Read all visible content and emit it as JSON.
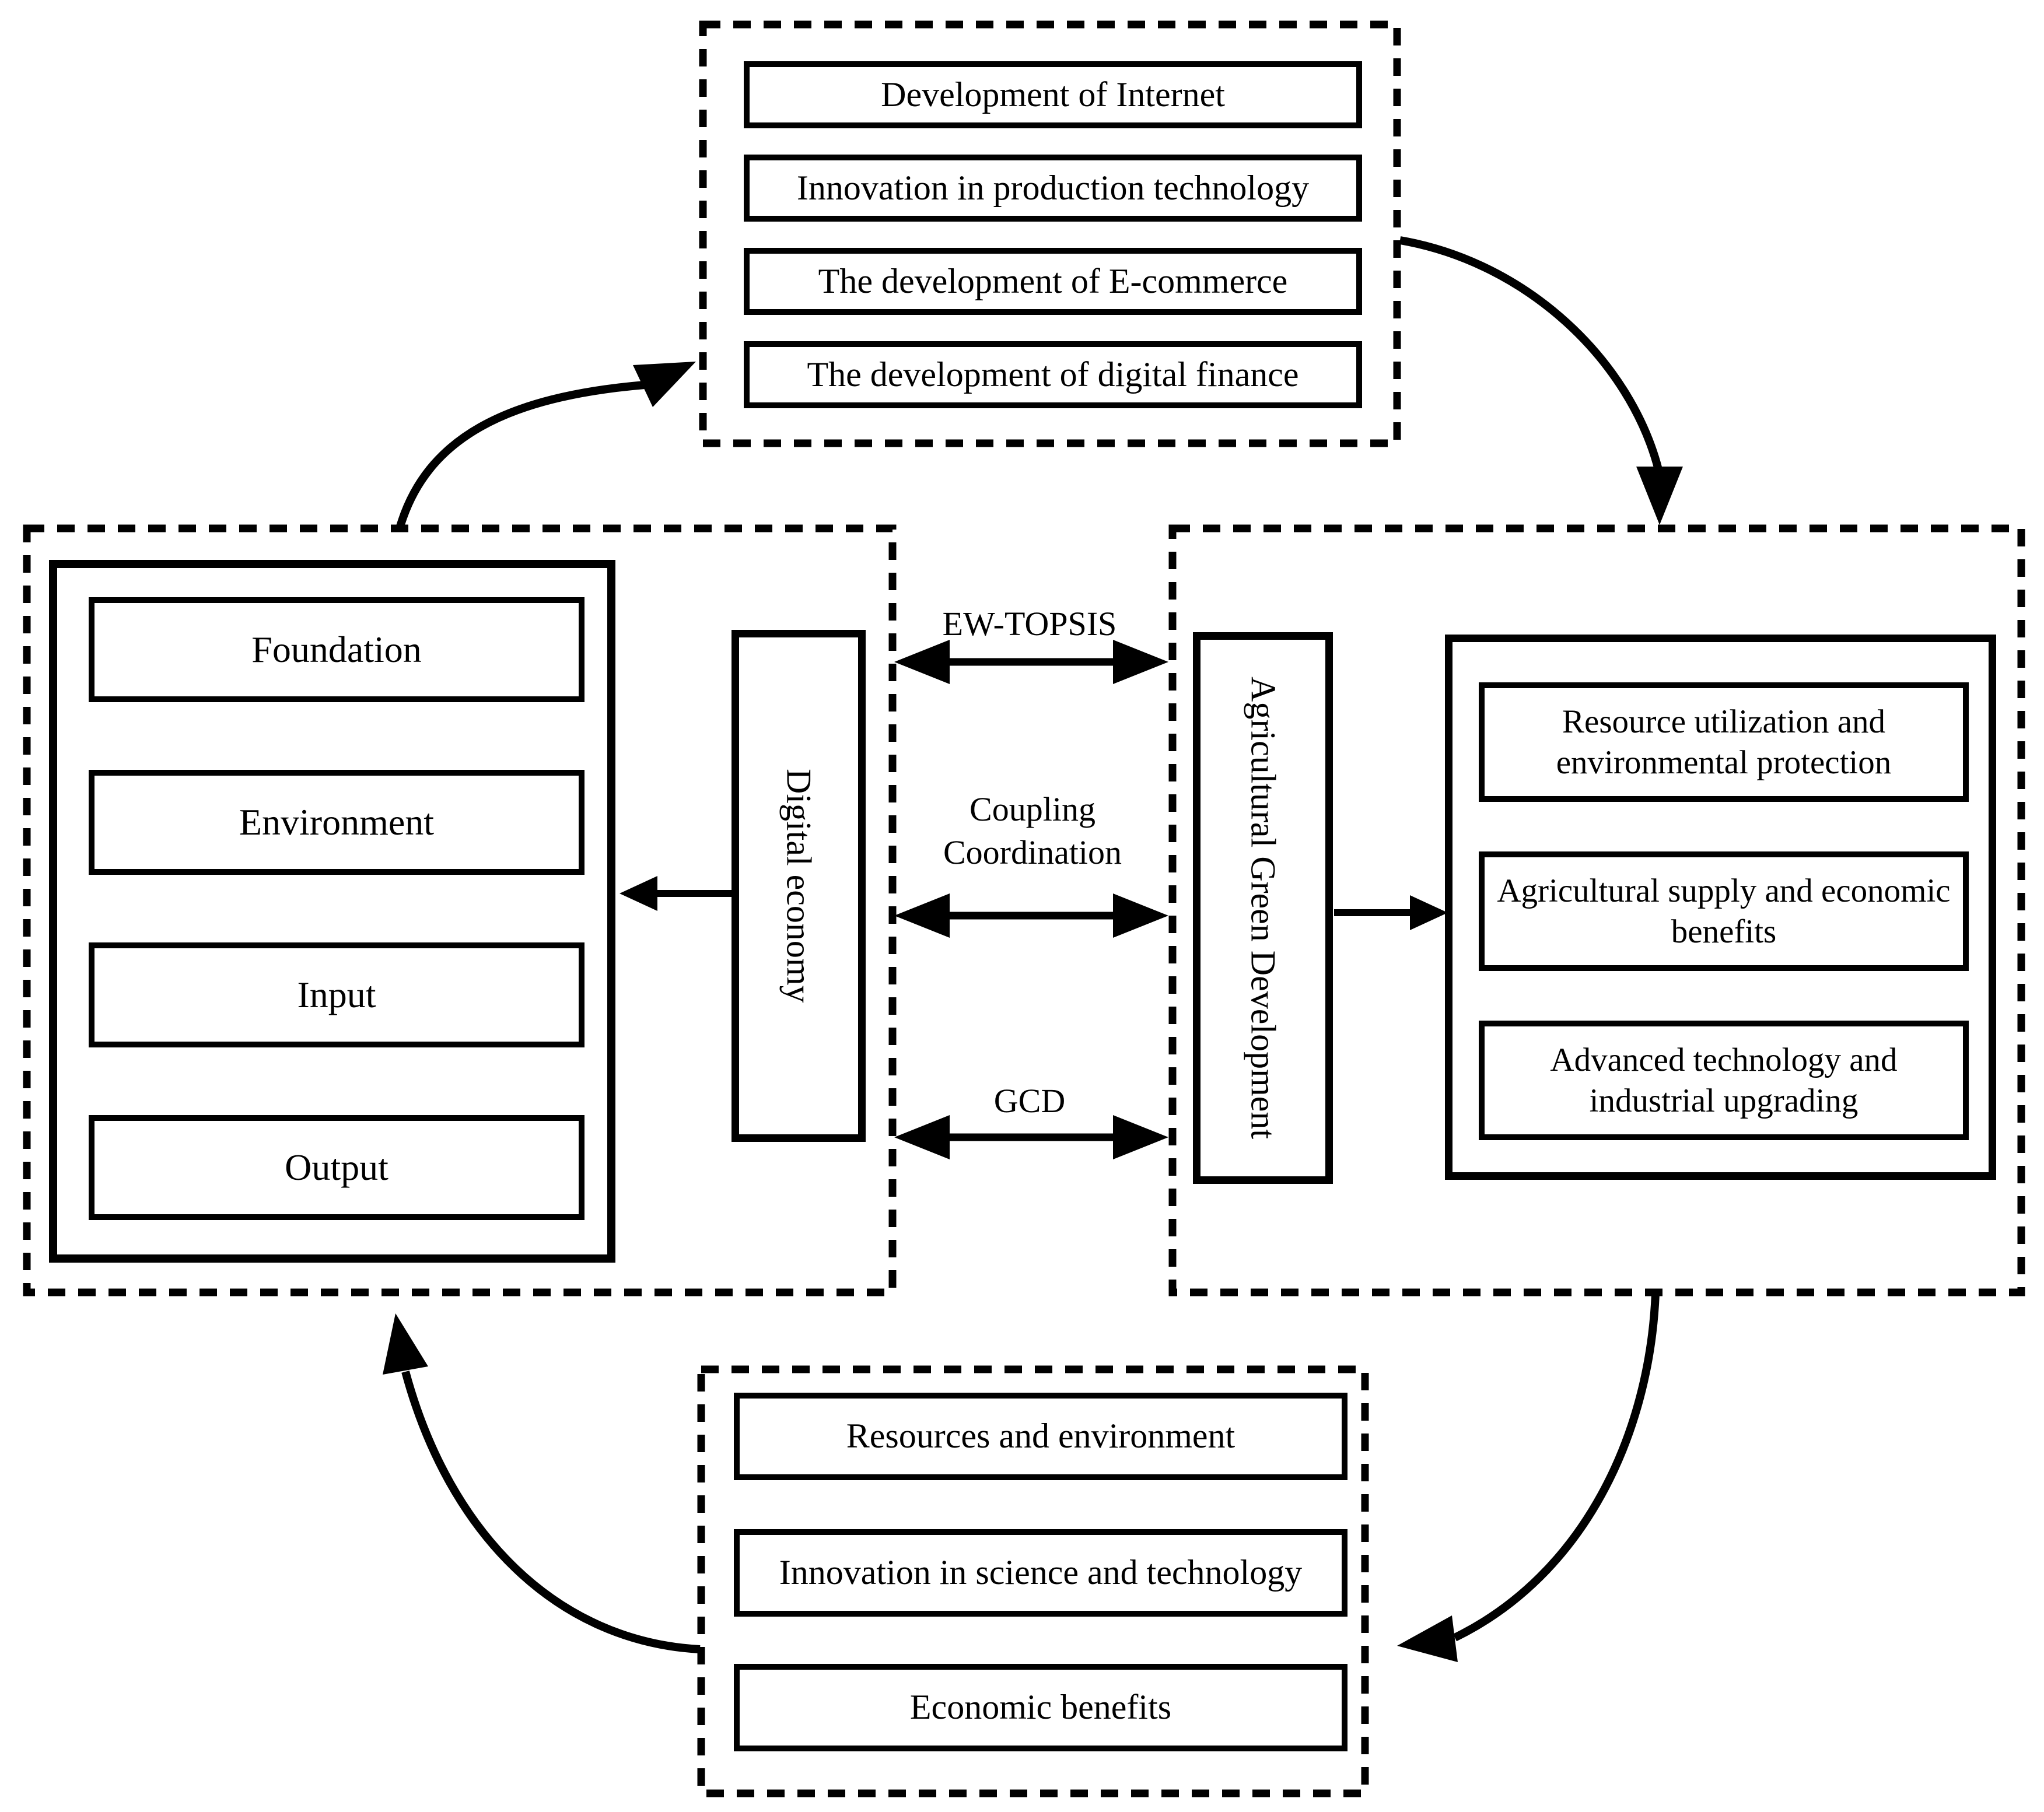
{
  "top_panel": {
    "items": [
      "Development of Internet",
      "Innovation in production technology",
      "The development of E-commerce",
      "The development of digital finance"
    ]
  },
  "left_panel": {
    "pillar_label": "Digital economy",
    "items": [
      "Foundation",
      "Environment",
      "Input",
      "Output"
    ]
  },
  "right_panel": {
    "pillar_label": "Agricultural Green Development",
    "items": [
      "Resource utilization and environmental protection",
      "Agricultural supply and economic benefits",
      "Advanced technology and industrial upgrading"
    ]
  },
  "bottom_panel": {
    "items": [
      "Resources and environment",
      "Innovation in science and technology",
      "Economic benefits"
    ]
  },
  "center": {
    "top_method": "EW-TOPSIS",
    "middle_method": "Coupling Coordination",
    "bottom_method": "GCD"
  },
  "colors": {
    "line": "#000000",
    "background": "#ffffff",
    "text": "#000000"
  }
}
